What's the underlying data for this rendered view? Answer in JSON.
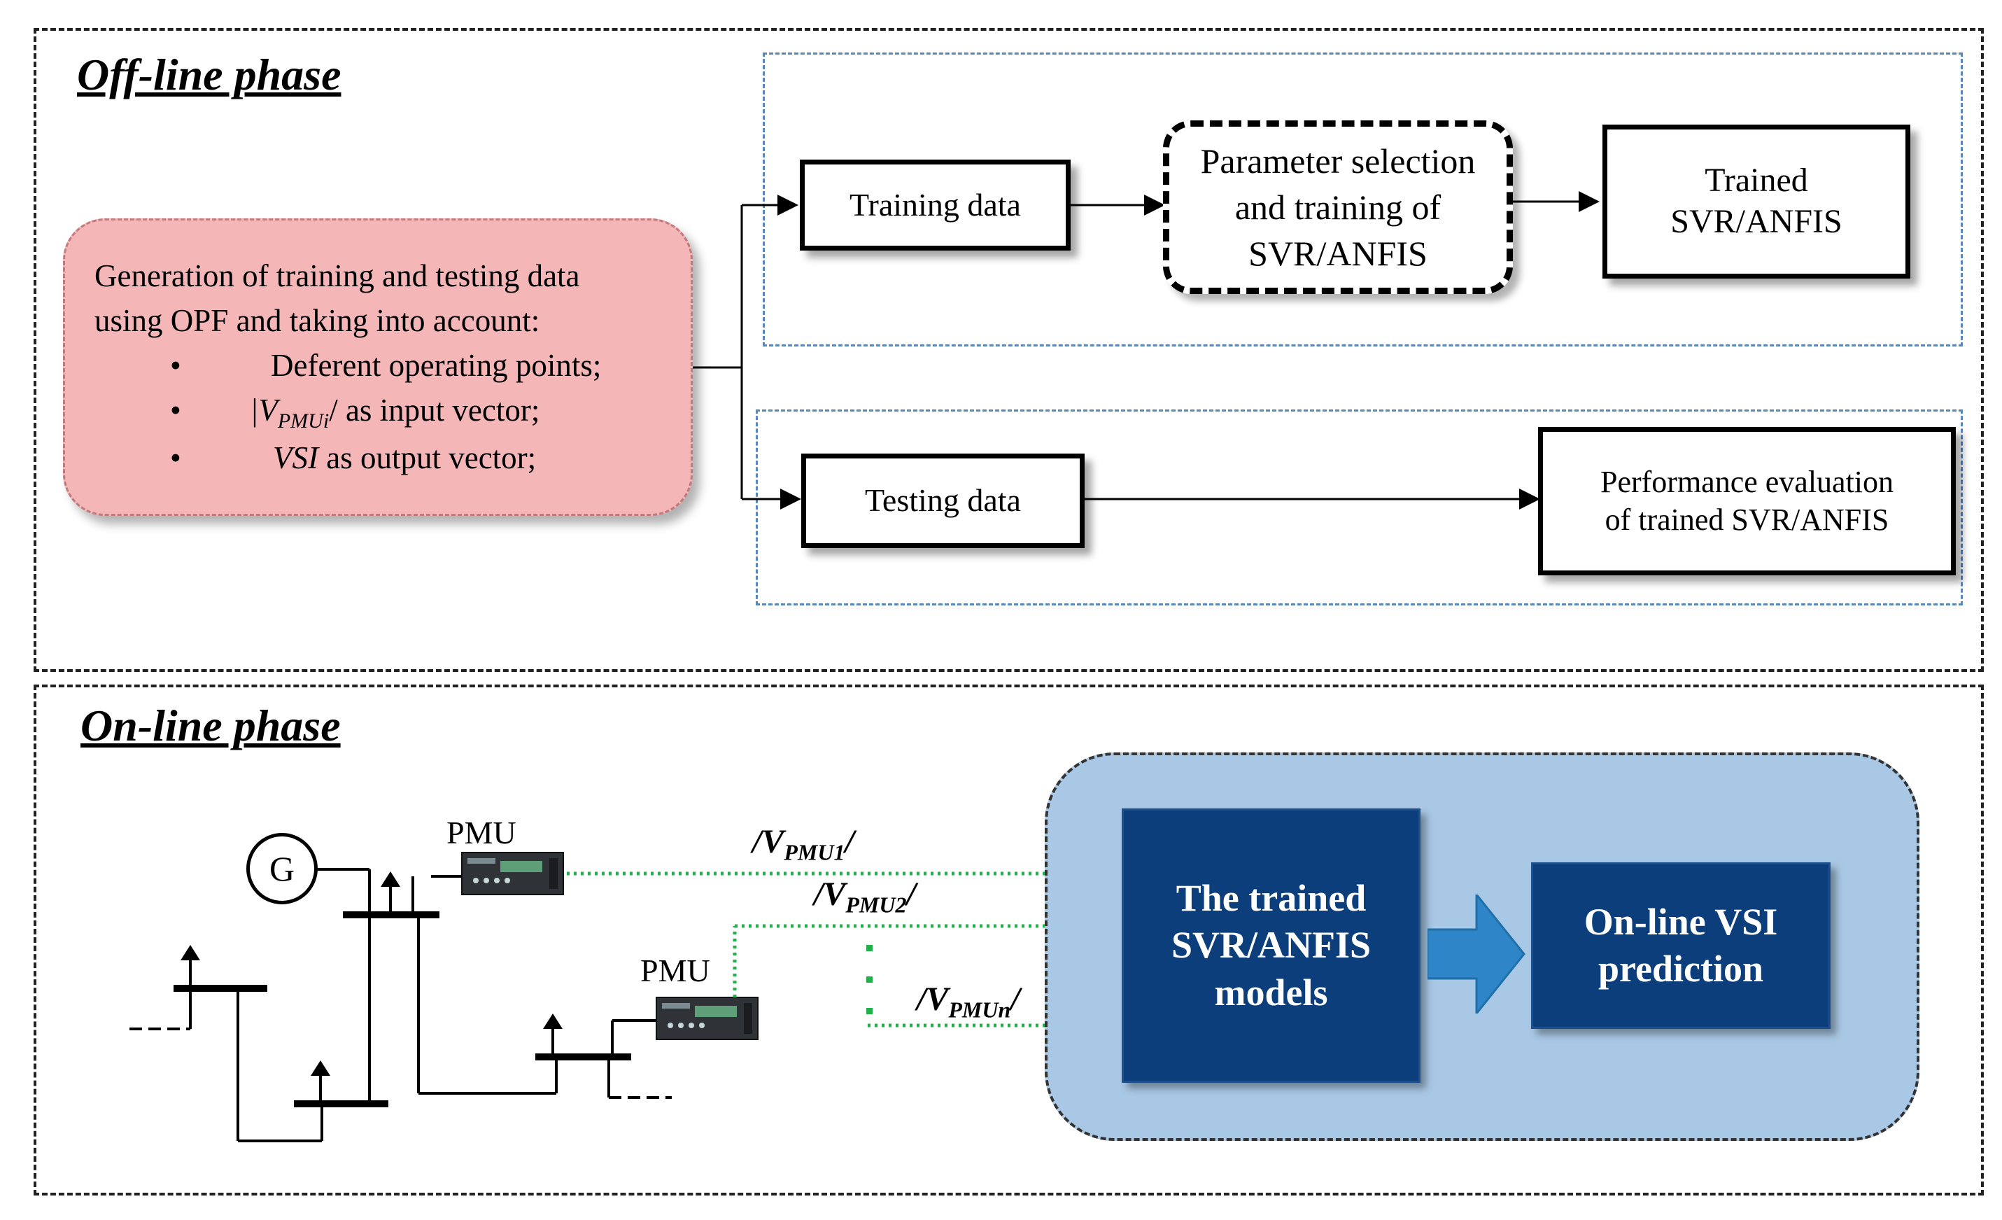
{
  "offline": {
    "title": "Off-line phase",
    "generation": {
      "line1": "Generation of training and testing data",
      "line2": "using OPF and taking into account:",
      "bullets": [
        {
          "symbol": "•",
          "text": "Deferent operating points;"
        },
        {
          "symbol": "•",
          "text_prefix": "|V",
          "subscript": "PMUi",
          "text_suffix": "/ as input vector;"
        },
        {
          "symbol": "•",
          "emph": "VSI",
          "text_suffix": " as output vector;"
        }
      ]
    },
    "training_box": "Training data",
    "param_box": {
      "line1": "Parameter selection",
      "line2": "and training of",
      "line3": "SVR/ANFIS"
    },
    "trained_box": {
      "line1": "Trained",
      "line2": "SVR/ANFIS"
    },
    "testing_box": "Testing data",
    "perf_box": {
      "line1": "Performance evaluation",
      "line2": "of trained SVR/ANFIS"
    }
  },
  "online": {
    "title": "On-line phase",
    "generator_label": "G",
    "pmu_label_1": "PMU",
    "pmu_label_2": "PMU",
    "signals": [
      {
        "prefix": "/V",
        "sub": "PMU1",
        "suffix": "/"
      },
      {
        "prefix": "/V",
        "sub": "PMU2",
        "suffix": "/"
      },
      {
        "prefix": "/V",
        "sub": "PMUn",
        "suffix": "/"
      }
    ],
    "models_box": {
      "line1": "The trained",
      "line2": "SVR/ANFIS",
      "line3": "models"
    },
    "prediction_box": {
      "line1": "On-line VSI",
      "line2": "prediction"
    }
  },
  "colors": {
    "generation_fill": "#f5b6b8",
    "online_fill": "#a9c8e6",
    "dark_box": "#0b3e7a",
    "arrow_blue": "#2e86c8",
    "signal_green": "#22b04a",
    "frame_blue": "#5b86b8"
  }
}
